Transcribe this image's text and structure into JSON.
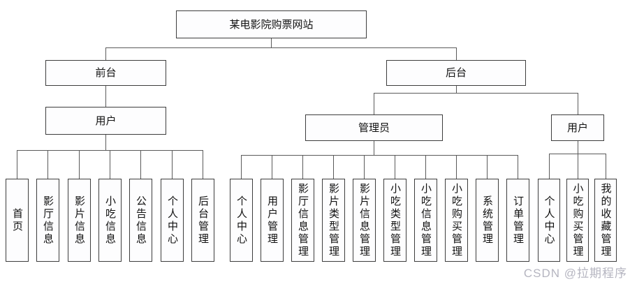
{
  "tree": {
    "root": "某电影院购票网站",
    "front": "前台",
    "back": "后台",
    "front_user": "用户",
    "admin": "管理员",
    "back_user": "用户",
    "front_user_children": [
      "首页",
      "影厅信息",
      "影片信息",
      "小吃信息",
      "公告信息",
      "个人中心",
      "后台管理"
    ],
    "admin_children": [
      "个人中心",
      "用户管理",
      "影厅信息管理",
      "影片类型管理",
      "影片信息管理",
      "小吃类型管理",
      "小吃信息管理",
      "小吃购买管理",
      "系统管理",
      "订单管理"
    ],
    "back_user_children": [
      "个人中心",
      "小吃购买管理",
      "我的收藏管理"
    ]
  },
  "watermark": {
    "text": "CSDN @拉期程序",
    "color": "#b5b5c0"
  },
  "colors": {
    "box_border": "#3d3d3d",
    "connector_line": "#5a5a5a",
    "background": "#ffffff",
    "text": "#111111"
  }
}
